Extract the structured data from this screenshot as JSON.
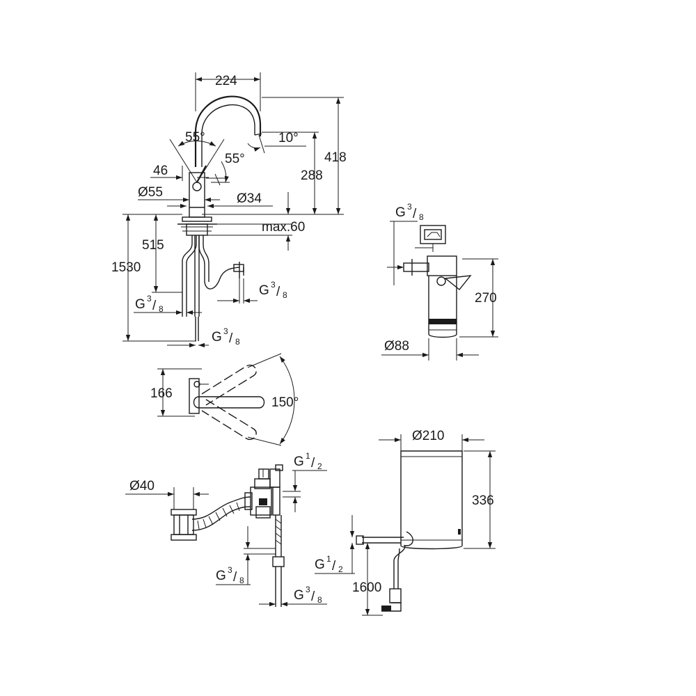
{
  "faucet": {
    "width": "224",
    "angle_top": "55°",
    "angle_side": "55°",
    "spout_tilt": "10°",
    "height_total": "418",
    "height_spout": "288",
    "handle_offset": "46",
    "base_dia": "Ø55",
    "hole_dia": "Ø34",
    "deck_max": "max.60",
    "hose_515": "515",
    "hose_1530": "1530",
    "conn_a": {
      "g": "G",
      "num": "3",
      "den": "8"
    },
    "conn_b": {
      "g": "G",
      "num": "3",
      "den": "8"
    },
    "conn_c": {
      "g": "G",
      "num": "3",
      "den": "8"
    }
  },
  "filter": {
    "conn": {
      "g": "G",
      "num": "3",
      "den": "8"
    },
    "height": "270",
    "dia": "Ø88"
  },
  "top_view": {
    "depth": "166",
    "swivel": "150°"
  },
  "valve": {
    "pipe_dia": "Ø40",
    "conn_top": {
      "g": "G",
      "num": "1",
      "den": "2"
    },
    "conn_left": {
      "g": "G",
      "num": "3",
      "den": "8"
    },
    "conn_right": {
      "g": "G",
      "num": "3",
      "den": "8"
    }
  },
  "boiler": {
    "dia": "Ø210",
    "height": "336",
    "conn": {
      "g": "G",
      "num": "1",
      "den": "2"
    },
    "cable": "1600"
  }
}
